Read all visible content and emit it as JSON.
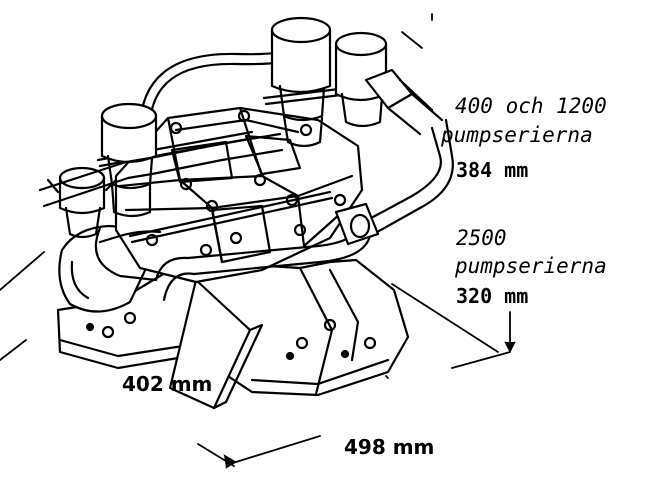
{
  "series_400_1200": {
    "title": "400 och 1200",
    "subtitle": "pumpserierna",
    "dimension": "384 mm"
  },
  "series_2500": {
    "title": "2500",
    "subtitle": "pumpserierna",
    "dimension": "320 mm"
  },
  "width_dimension": "402 mm",
  "depth_dimension": "498 mm"
}
